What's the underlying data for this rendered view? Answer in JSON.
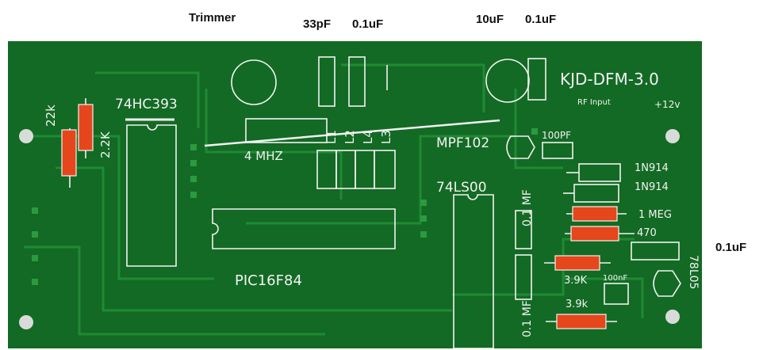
{
  "annotations": {
    "trimmer": "Trimmer",
    "cap_33pf": "33pF",
    "cap_01uf_top_left": "0.1uF",
    "cap_10uf": "10uF",
    "cap_01uf_top_right": "0.1uF",
    "cap_01uf_right": "0.1uF"
  },
  "board": {
    "name": "KJD-DFM-3.0",
    "rf_input": "RF Input",
    "power": "+12v",
    "components": {
      "r_22k": "22k",
      "r_22k_2": "2.2K",
      "ic_counter": "74HC393",
      "crystal": "4 MHZ",
      "coil_l1": "L1",
      "coil_l2": "L2",
      "coil_l4": "L4",
      "coil_l3": "L3",
      "mcu": "PIC16F84",
      "fet": "MPF102",
      "ic_nand": "74LS00",
      "cap_01mf_upper": "0.1 MF",
      "cap_01mf_lower": "0.1 MF",
      "cap_100pf": "100PF",
      "diode_1": "1N914",
      "diode_2": "1N914",
      "r_1meg": "1 MEG",
      "r_470": "470",
      "r_39k_1": "3.9K",
      "cap_100nf": "100nF",
      "r_39k_2": "3.9k",
      "regulator": "78L05"
    }
  },
  "colors": {
    "pcb_green": "#136a24",
    "pcb_trace": "#1f8a34",
    "silkscreen": "#f2f2f2",
    "resistor_orange": "#e5461c",
    "pad_gray": "#d8dcd8"
  }
}
